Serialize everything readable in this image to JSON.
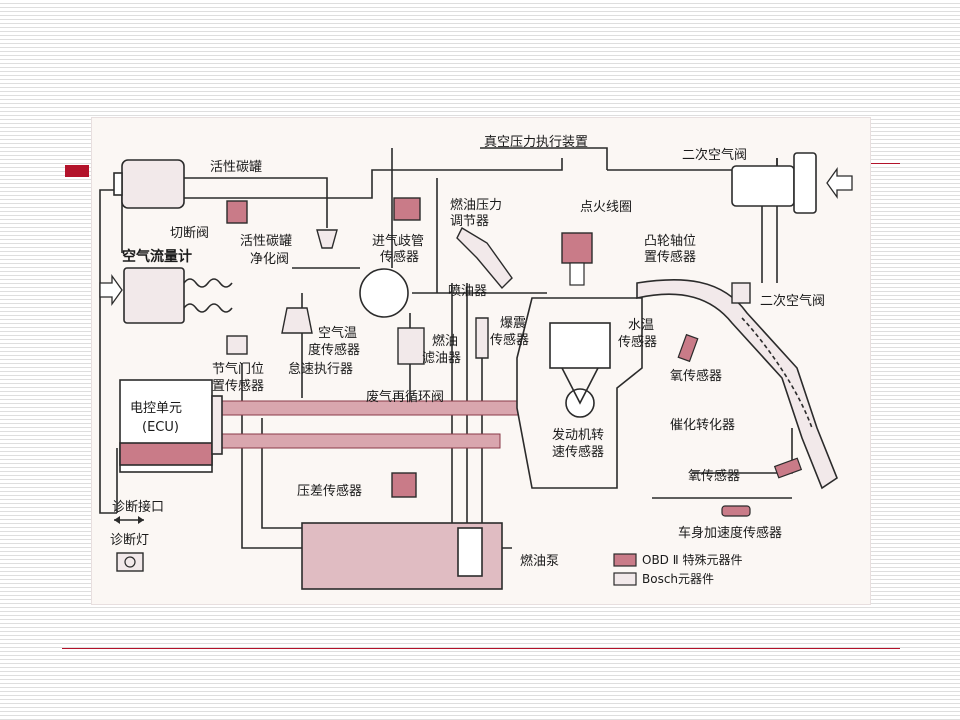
{
  "labels": {
    "vacuum_actuator": "真空压力执行装置",
    "secondary_air_valve_top": "二次空气阀",
    "activated_carbon_canister": "活性碳罐",
    "cutoff_valve": "切断阀",
    "canister_purge_valve_line1": "活性碳罐",
    "canister_purge_valve_line2": "净化阀",
    "intake_manifold_sensor_line1": "进气歧管",
    "intake_manifold_sensor_line2": "传感器",
    "fuel_pressure_regulator_line1": "燃油压力",
    "fuel_pressure_regulator_line2": "调节器",
    "ignition_coil": "点火线圈",
    "camshaft_sensor_line1": "凸轮轴位",
    "camshaft_sensor_line2": "置传感器",
    "air_flow_meter": "空气流量计",
    "injector": "喷油器",
    "secondary_air_valve_right": "二次空气阀",
    "air_temp_sensor_line1": "空气温",
    "air_temp_sensor_line2": "度传感器",
    "fuel_filter_line1": "燃油",
    "fuel_filter_line2": "滤油器",
    "knock_sensor_line1": "爆震",
    "knock_sensor_line2": "传感器",
    "coolant_temp_sensor_line1": "水温",
    "coolant_temp_sensor_line2": "传感器",
    "throttle_sensor_line1": "节气门位",
    "throttle_sensor_line2": "置传感器",
    "idle_actuator": "怠速执行器",
    "oxygen_sensor_1": "氧传感器",
    "ecu_line1": "电控单元",
    "ecu_line2": "(ECU)",
    "egr_valve": "废气再循环阀",
    "catalytic_converter": "催化转化器",
    "engine_speed_sensor_line1": "发动机转",
    "engine_speed_sensor_line2": "速传感器",
    "oxygen_sensor_2": "氧传感器",
    "differential_pressure_sensor": "压差传感器",
    "diagnostic_port": "诊断接口",
    "body_acceleration_sensor": "车身加速度传感器",
    "diagnostic_lamp": "诊断灯",
    "fuel_pump": "燃油泵"
  },
  "legend": {
    "obd_label": "OBD Ⅱ 特殊元器件",
    "bosch_label": "Bosch元器件"
  },
  "colors": {
    "accent": "#b3132b",
    "line": "#2b2b2b",
    "obd_fill": "#c97b88",
    "bosch_fill": "#f2e9ea"
  }
}
